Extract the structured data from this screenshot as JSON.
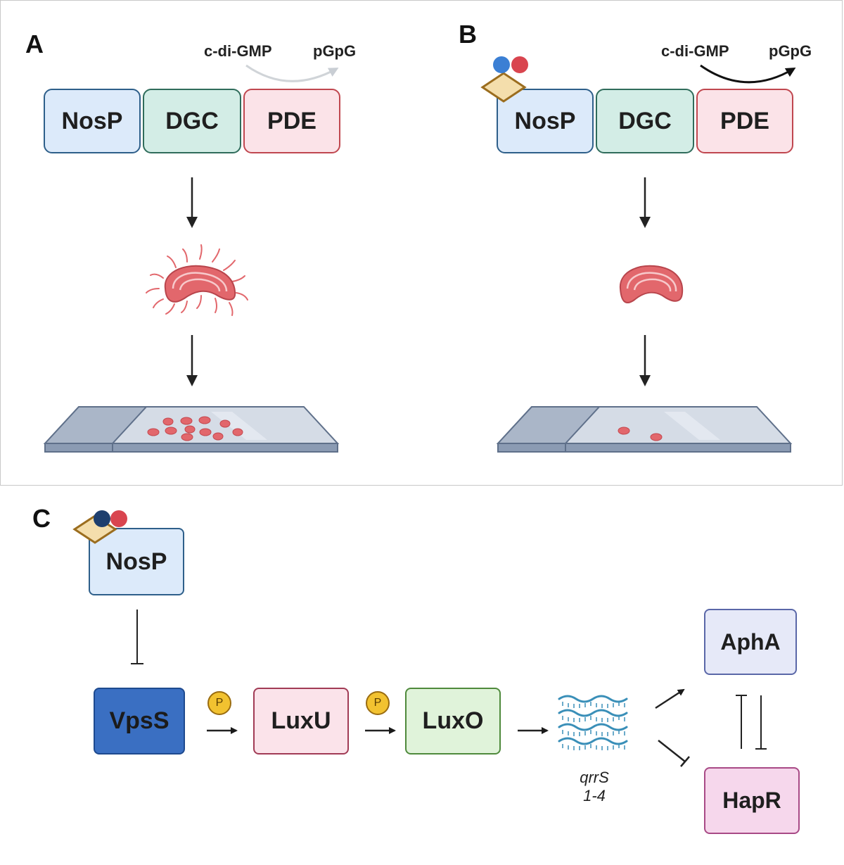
{
  "panels": {
    "a": {
      "letter": "A"
    },
    "b": {
      "letter": "B"
    },
    "c": {
      "letter": "C"
    }
  },
  "domains": {
    "nosp": "NosP",
    "dgc": "DGC",
    "pde": "PDE"
  },
  "reaction": {
    "substrate": "c-di-GMP",
    "product": "pGpG"
  },
  "pathway": {
    "nosp": "NosP",
    "vpss": "VpsS",
    "luxu": "LuxU",
    "luxo": "LuxO",
    "phospho_label": "P",
    "qrrs_name": "qrrS",
    "qrrs_range": "1-4",
    "apha": "AphA",
    "hapr": "HapR"
  },
  "colors": {
    "ligand_blue": "#3b7fd4",
    "ligand_red": "#d9454f",
    "heme_fill": "#f4deac",
    "cell_red": "#e2676c",
    "slide_gray": "#aab6c8"
  }
}
